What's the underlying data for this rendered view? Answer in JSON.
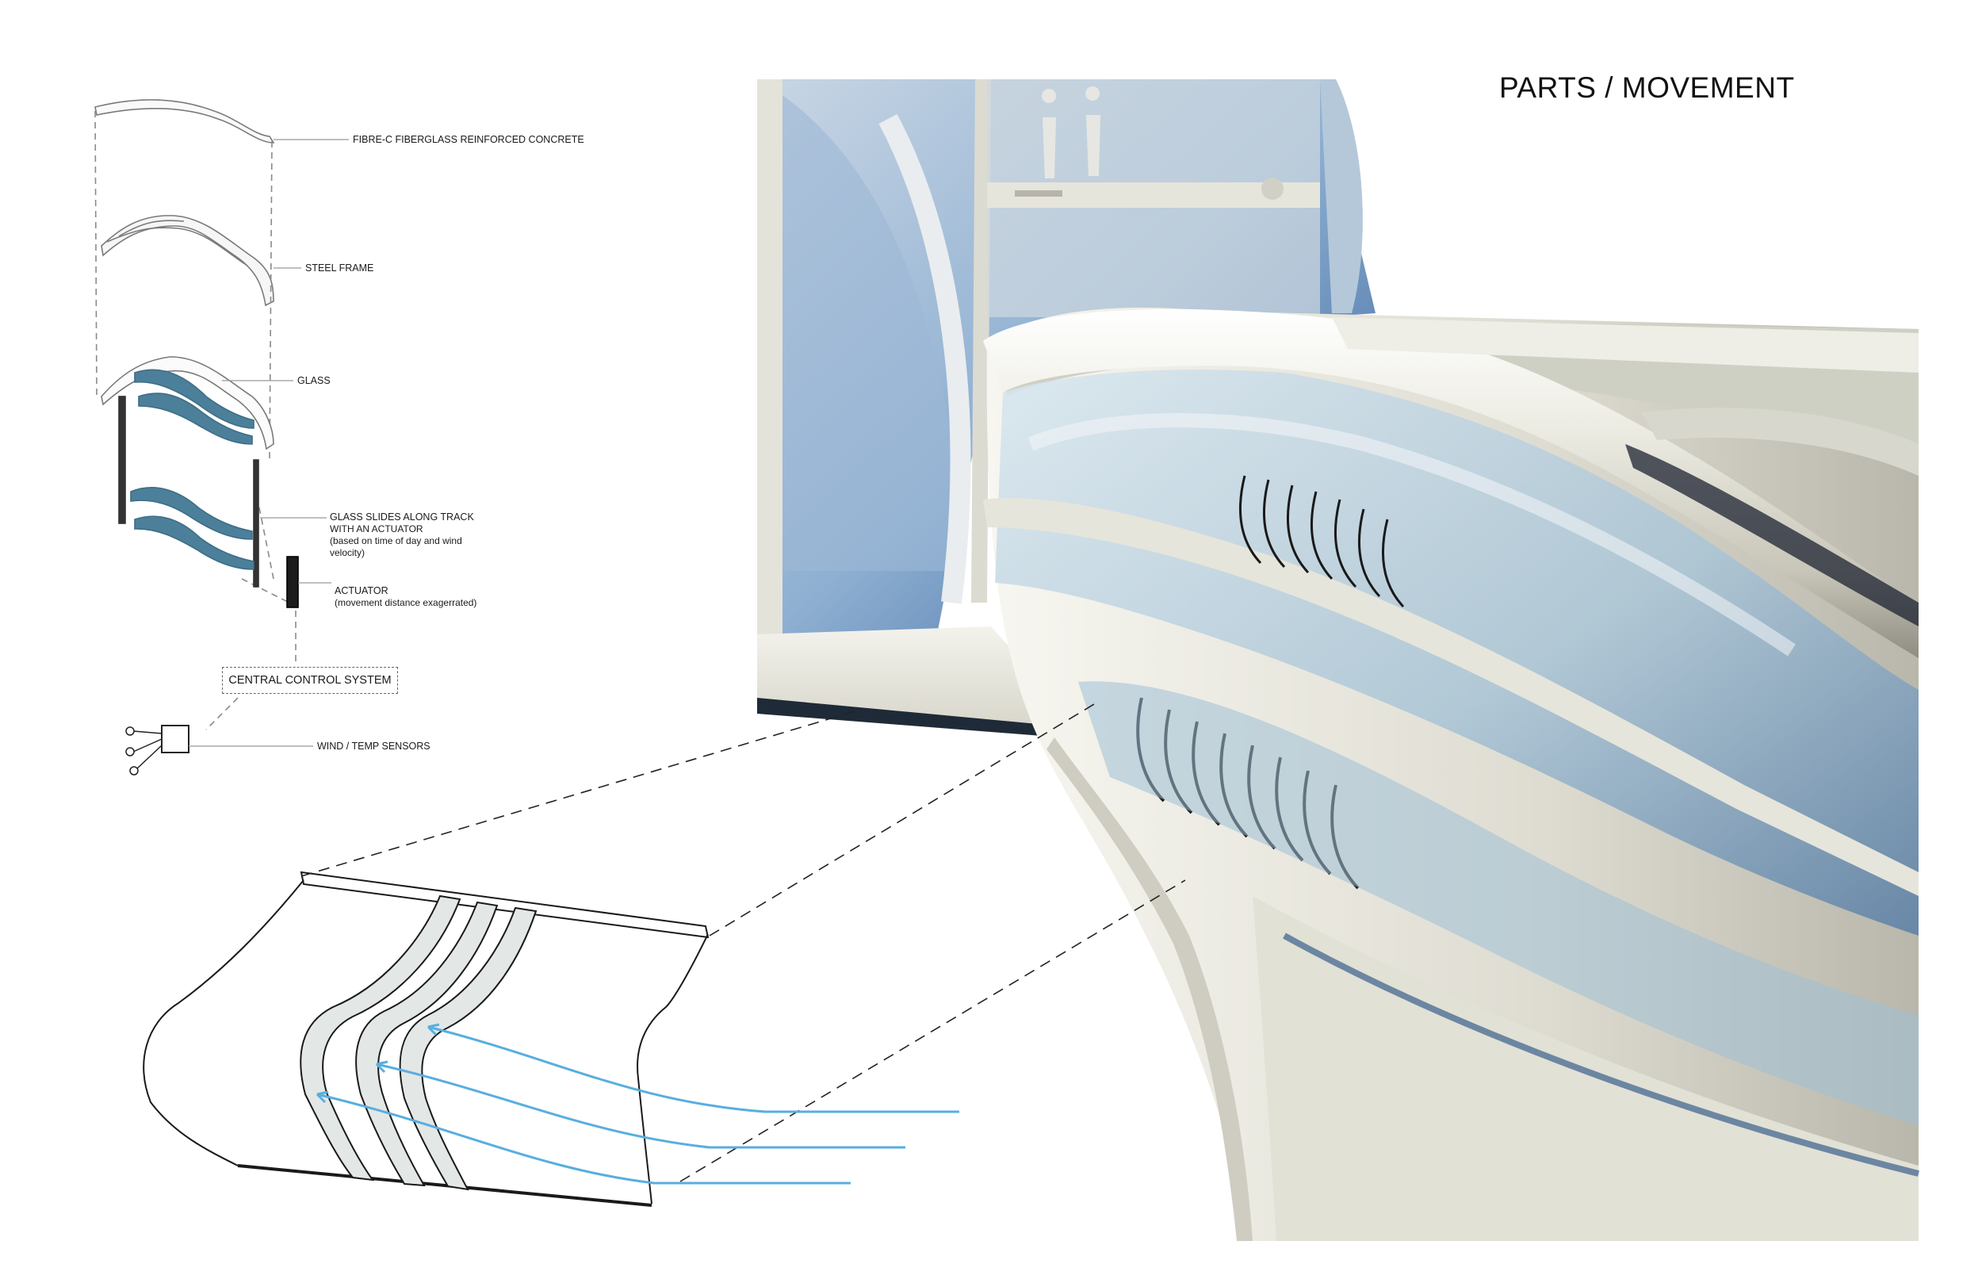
{
  "title": "PARTS / MOVEMENT",
  "labels": {
    "fibre": "FIBRE-C FIBERGLASS REINFORCED CONCRETE",
    "steel": "STEEL FRAME",
    "glass": "GLASS",
    "slides_line1": "GLASS SLIDES ALONG TRACK",
    "slides_line2": "WITH AN ACTUATOR",
    "slides_line3": "(based on time of day and wind",
    "slides_line4": "velocity)",
    "actuator_line1": "ACTUATOR",
    "actuator_line2": "(movement distance exagerrated)",
    "control": "CENTRAL CONTROL SYSTEM",
    "sensors": "WIND / TEMP SENSORS"
  },
  "colors": {
    "glass_fin": "#4c7f99",
    "airflow": "#58aee0",
    "render_base": "#e9e6dc",
    "render_glass": "#2f5c96"
  }
}
